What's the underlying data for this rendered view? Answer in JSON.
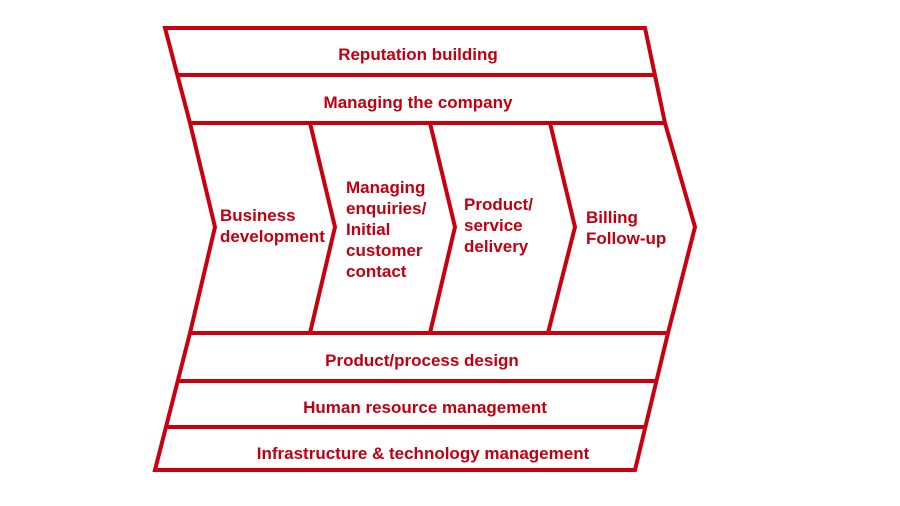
{
  "colors": {
    "accent": "#c8000f"
  },
  "support_top": [
    "Reputation building",
    "Managing the company"
  ],
  "primary": [
    {
      "lines": [
        "Business",
        "development"
      ]
    },
    {
      "lines": [
        "Managing",
        "enquiries/",
        "Initial",
        "customer",
        "contact"
      ]
    },
    {
      "lines": [
        "Product/",
        "service",
        "delivery"
      ]
    },
    {
      "lines": [
        "Billing",
        "Follow-up"
      ]
    }
  ],
  "support_bottom": [
    "Product/process design",
    "Human resource management",
    "Infrastructure & technology management"
  ]
}
